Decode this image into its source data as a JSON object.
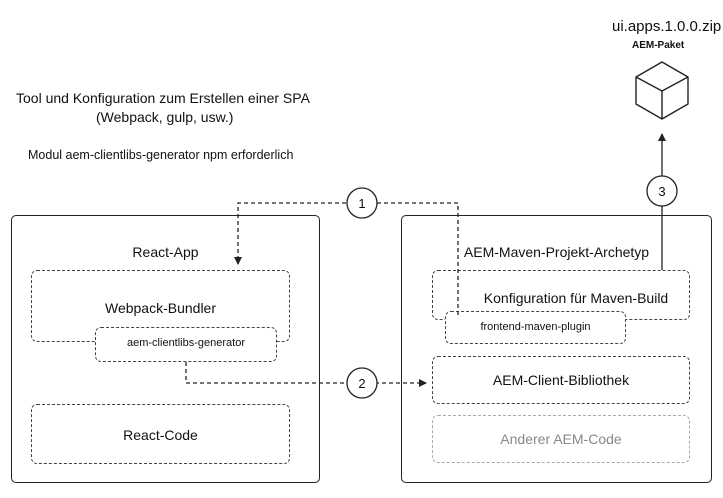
{
  "intro": {
    "line1": "Tool und Konfiguration zum Erstellen einer SPA",
    "line2": "(Webpack, gulp, usw.)",
    "line3": "Modul aem-clientlibs-generator npm erforderlich"
  },
  "package": {
    "filename": "ui.apps.1.0.0.zip",
    "label": "AEM-Paket",
    "icon": "cube-icon"
  },
  "react_app": {
    "title": "React-App",
    "webpack_bundler": "Webpack-Bundler",
    "clientlibs_generator": "aem-clientlibs-generator",
    "react_code": "React-Code"
  },
  "aem_project": {
    "title": "AEM-Maven-Projekt-Archetyp",
    "maven_build": "Konfiguration für Maven-Build",
    "frontend_plugin": "frontend-maven-plugin",
    "client_library": "AEM-Client-Bibliothek",
    "other_code": "Anderer AEM-Code"
  },
  "steps": [
    "1",
    "2",
    "3"
  ],
  "colors": {
    "line": "#222222",
    "muted": "#888888"
  }
}
